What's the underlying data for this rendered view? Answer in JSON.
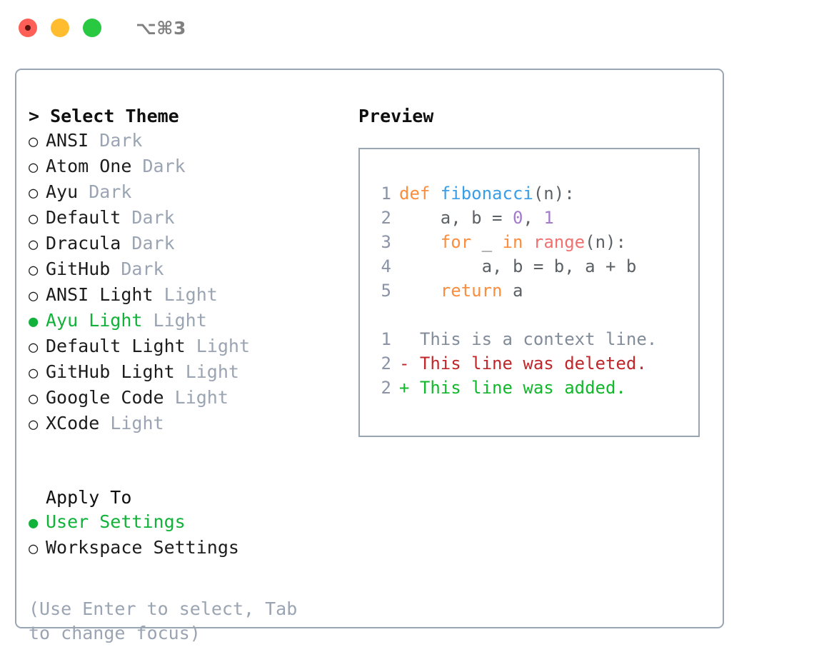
{
  "window": {
    "shortcut": "⌥⌘3",
    "traffic_lights": [
      "close",
      "minimize",
      "zoom"
    ]
  },
  "theme_picker": {
    "header": "> Select Theme",
    "selected_marker": "●",
    "unselected_marker": "○",
    "selected_color": "#12b13a",
    "variant_color": "#9aa4b2",
    "options": [
      {
        "name": "ANSI",
        "variant": "Dark",
        "selected": false
      },
      {
        "name": "Atom One",
        "variant": "Dark",
        "selected": false
      },
      {
        "name": "Ayu",
        "variant": "Dark",
        "selected": false
      },
      {
        "name": "Default",
        "variant": "Dark",
        "selected": false
      },
      {
        "name": "Dracula",
        "variant": "Dark",
        "selected": false
      },
      {
        "name": "GitHub",
        "variant": "Dark",
        "selected": false
      },
      {
        "name": "ANSI Light",
        "variant": "Light",
        "selected": false
      },
      {
        "name": "Ayu Light",
        "variant": "Light",
        "selected": true
      },
      {
        "name": "Default Light",
        "variant": "Light",
        "selected": false
      },
      {
        "name": "GitHub Light",
        "variant": "Light",
        "selected": false
      },
      {
        "name": "Google Code",
        "variant": "Light",
        "selected": false
      },
      {
        "name": "XCode",
        "variant": "Light",
        "selected": false
      }
    ]
  },
  "apply_to": {
    "title": "Apply To",
    "options": [
      {
        "name": "User Settings",
        "selected": true
      },
      {
        "name": "Workspace Settings",
        "selected": false
      }
    ]
  },
  "hint": "(Use Enter to select, Tab to change focus)",
  "preview": {
    "header": "Preview",
    "border_color": "#9aa5b4",
    "code_lines": [
      {
        "lineno": "1",
        "tokens": [
          {
            "text": "def ",
            "type": "keyword"
          },
          {
            "text": "fibonacci",
            "type": "function"
          },
          {
            "text": "(n):",
            "type": "punct"
          }
        ]
      },
      {
        "lineno": "2",
        "tokens": [
          {
            "text": "    a, b = ",
            "type": "plain"
          },
          {
            "text": "0",
            "type": "number"
          },
          {
            "text": ", ",
            "type": "plain"
          },
          {
            "text": "1",
            "type": "number"
          }
        ]
      },
      {
        "lineno": "3",
        "tokens": [
          {
            "text": "    ",
            "type": "plain"
          },
          {
            "text": "for",
            "type": "keyword"
          },
          {
            "text": " _ ",
            "type": "plain"
          },
          {
            "text": "in",
            "type": "keyword"
          },
          {
            "text": " ",
            "type": "plain"
          },
          {
            "text": "range",
            "type": "builtin"
          },
          {
            "text": "(n):",
            "type": "punct"
          }
        ]
      },
      {
        "lineno": "4",
        "tokens": [
          {
            "text": "        a, b = b, a + b",
            "type": "plain"
          }
        ]
      },
      {
        "lineno": "5",
        "tokens": [
          {
            "text": "    ",
            "type": "plain"
          },
          {
            "text": "return",
            "type": "keyword"
          },
          {
            "text": " a",
            "type": "plain"
          }
        ]
      }
    ],
    "diff_lines": [
      {
        "lineno": "1",
        "marker": " ",
        "text": "This is a context line.",
        "kind": "context"
      },
      {
        "lineno": "2",
        "marker": "-",
        "text": "This line was deleted.",
        "kind": "deleted"
      },
      {
        "lineno": "2",
        "marker": "+",
        "text": "This line was added.",
        "kind": "added"
      }
    ],
    "syntax_colors": {
      "keyword": "#fa8d3e",
      "function": "#399ee6",
      "number": "#a37acc",
      "builtin": "#f07171",
      "plain": "#5c6166",
      "lineno": "#8a94a6",
      "diff_context": "#828c99",
      "diff_deleted": "#c0262a",
      "diff_added": "#12b82c"
    }
  }
}
